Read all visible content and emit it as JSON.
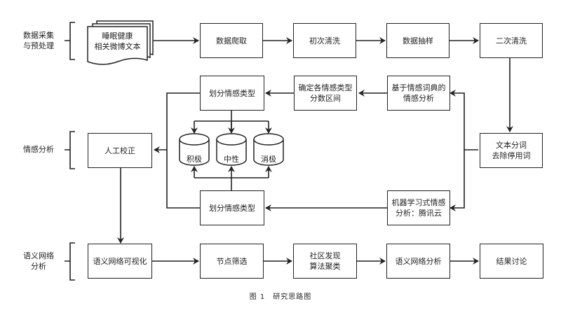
{
  "stages": [
    {
      "label": "数据采集\n与预处理"
    },
    {
      "label": "情感分析"
    },
    {
      "label": "语义网络\n分析"
    }
  ],
  "nodes": {
    "source_docs": "睡眠健康\n相关微博文本",
    "crawl": "数据爬取",
    "first_clean": "初次清洗",
    "sampling": "数据抽样",
    "second_clean": "二次清洗",
    "segment": "文本分词\n去除停用词",
    "lexicon_analysis": "基于情感词典的\n情感分析",
    "score_range": "确定各情感类型\n分数区间",
    "classify_top": "划分情感类型",
    "manual_check": "人工校正",
    "classify_bottom": "划分情感类型",
    "ml_analysis": "机器学习式情感\n分析：腾讯云",
    "db_positive": "积极",
    "db_neutral": "中性",
    "db_negative": "消极",
    "network_viz": "语义网络可视化",
    "node_filter": "节点筛选",
    "community": "社区发现\n算法聚类",
    "network_analysis": "语义网络分析",
    "discussion": "结果讨论"
  },
  "caption": "图 1　研究思路图"
}
